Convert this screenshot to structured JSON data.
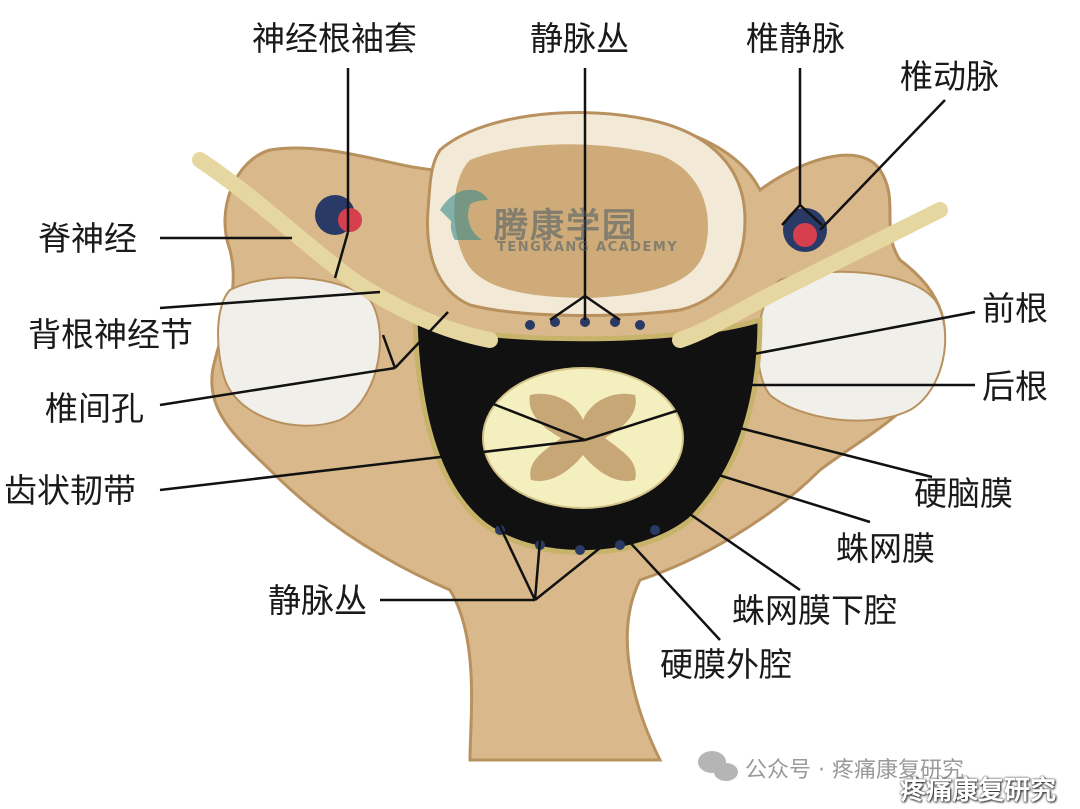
{
  "labels": {
    "root_sleeve": "神经根袖套",
    "venous_plexus_top": "静脉丛",
    "vertebral_vein": "椎静脉",
    "vertebral_artery": "椎动脉",
    "spinal_nerve": "脊神经",
    "dorsal_root_ganglion": "背根神经节",
    "intervertebral_foramen": "椎间孔",
    "denticulate_ligament": "齿状韧带",
    "venous_plexus_bottom": "静脉丛",
    "anterior_root": "前根",
    "posterior_root": "后根",
    "dura_mater": "硬脑膜",
    "arachnoid": "蛛网膜",
    "subarachnoid_space": "蛛网膜下腔",
    "epidural_space": "硬膜外腔"
  },
  "watermark": {
    "name_cn": "腾康学园",
    "name_en": "TENGKANG ACADEMY"
  },
  "footer": {
    "text": "公众号 · 疼痛康复研究",
    "overlay": "疼痛康复研究"
  },
  "colors": {
    "bone": "#d9b98c",
    "bone_dark": "#b8915e",
    "disc": "#f2ead6",
    "cord": "#f4efbf",
    "gray_matter": "#c8a777",
    "nerve": "#e6d7a0",
    "artery": "#d6404e",
    "vein": "#2a3a66",
    "line": "#111111"
  }
}
